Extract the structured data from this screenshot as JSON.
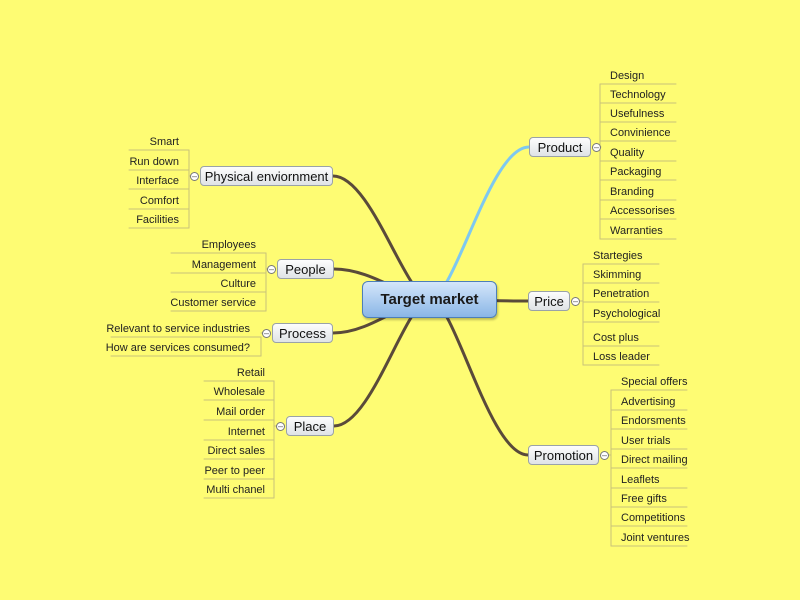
{
  "central": {
    "label": "Target market"
  },
  "nodes": {
    "product": {
      "label": "Product",
      "items": [
        "Design",
        "Technology",
        "Usefulness",
        "Convinience",
        "Quality",
        "Packaging",
        "Branding",
        "Accessorises",
        "Warranties"
      ]
    },
    "price": {
      "label": "Price",
      "items": [
        "Startegies",
        "Skimming",
        "Penetration",
        "Psychological",
        "Cost plus",
        "Loss leader"
      ]
    },
    "promotion": {
      "label": "Promotion",
      "items": [
        "Special offers",
        "Advertising",
        "Endorsments",
        "User trials",
        "Direct mailing",
        "Leaflets",
        "Free gifts",
        "Competitions",
        "Joint ventures"
      ]
    },
    "physical": {
      "label": "Physical enviornment",
      "items": [
        "Smart",
        "Run down",
        "Interface",
        "Comfort",
        "Facilities"
      ]
    },
    "people": {
      "label": "People",
      "items": [
        "Employees",
        "Management",
        "Culture",
        "Customer service"
      ]
    },
    "process": {
      "label": "Process",
      "items": [
        "Relevant to service industries",
        "How are services consumed?"
      ]
    },
    "place": {
      "label": "Place",
      "items": [
        "Retail",
        "Wholesale",
        "Mail order",
        "Internet",
        "Direct sales",
        "Peer to peer",
        "Multi chanel"
      ]
    }
  },
  "colors": {
    "background": "#fefc73",
    "branch": "#5a4a3a",
    "product_branch": "#7ec8f0",
    "leaf_line": "#c8c27a"
  },
  "icons": {
    "collapse": "minus-circle-icon"
  }
}
